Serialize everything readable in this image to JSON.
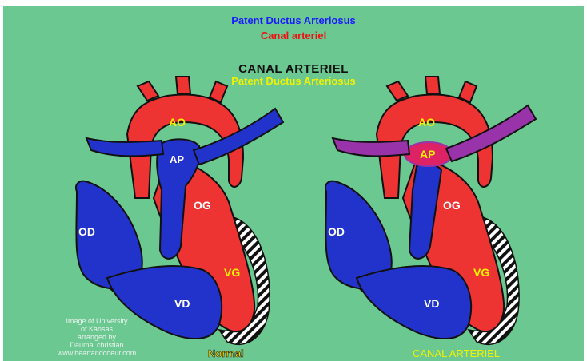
{
  "titles": {
    "title_blue": "Patent Ductus Arteriosus",
    "title_red": "Canal arteriel",
    "heading": "CANAL ARTERIEL",
    "subheading": "Patent Ductus Arteriosus"
  },
  "labels": {
    "ao": "AO",
    "ap": "AP",
    "og": "OG",
    "od": "OD",
    "vg": "VG",
    "vd": "VD"
  },
  "captions": {
    "left": "Normal",
    "right": "CANAL ARTERIEL"
  },
  "credit": {
    "line1": "Image of University",
    "line2": "of Kansas",
    "line3": "arranged by",
    "line4": "Daumal christian",
    "line5": "www.heartandcoeur.com"
  },
  "colors": {
    "background": "#6cc891",
    "arterial_red": "#ee3333",
    "venous_blue": "#2233cc",
    "ductus_purple": "#9933aa",
    "label_yellow": "#f2f200"
  }
}
